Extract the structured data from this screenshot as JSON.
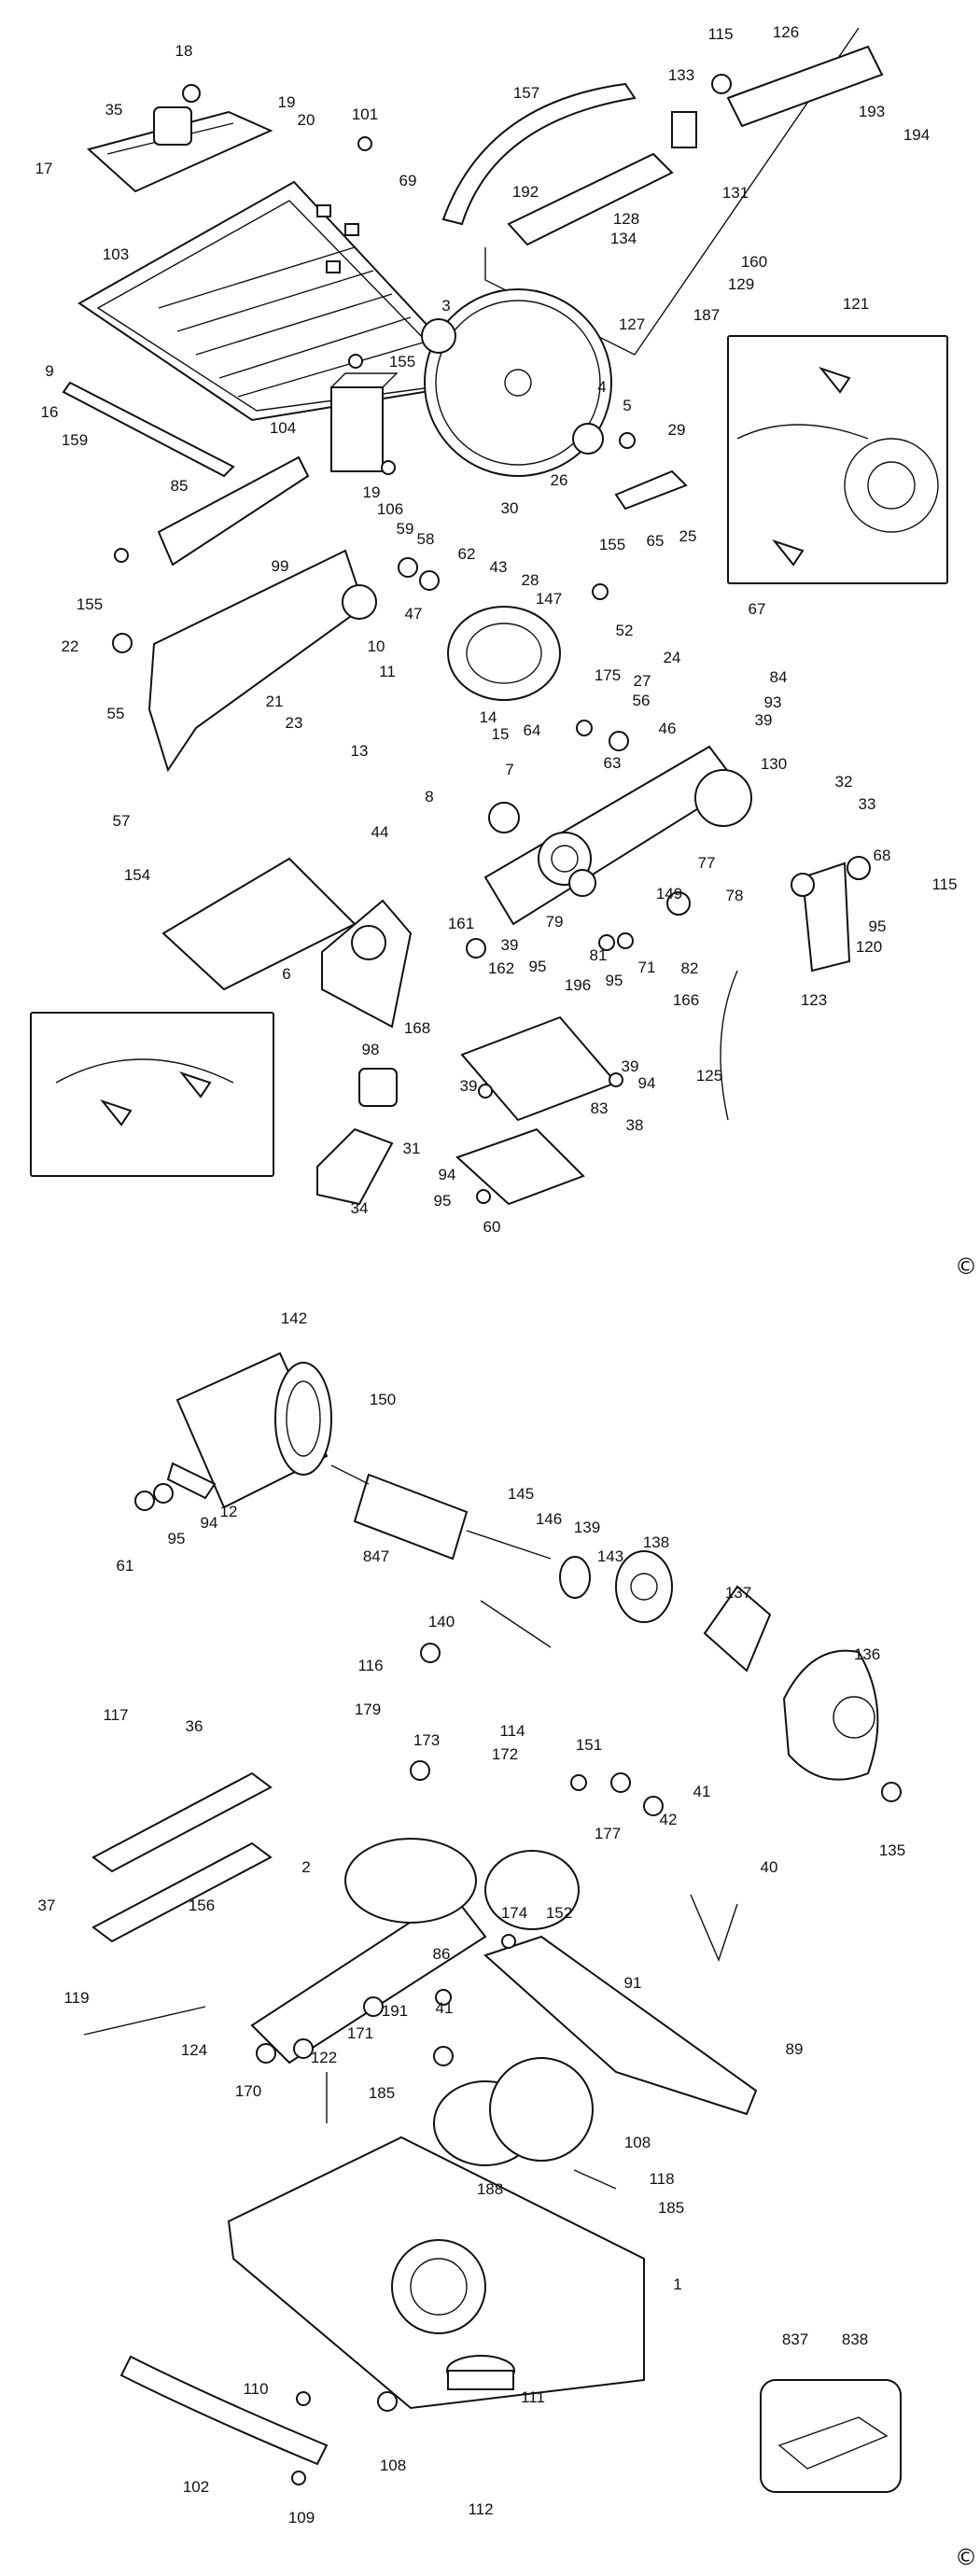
{
  "diagram": {
    "copyright_symbol": "©",
    "parts_upper": [
      {
        "id": "p18",
        "label": "18"
      },
      {
        "id": "p35",
        "label": "35"
      },
      {
        "id": "p17",
        "label": "17"
      },
      {
        "id": "p19a",
        "label": "19"
      },
      {
        "id": "p20",
        "label": "20"
      },
      {
        "id": "p101",
        "label": "101"
      },
      {
        "id": "p69",
        "label": "69"
      },
      {
        "id": "p103",
        "label": "103"
      },
      {
        "id": "p157",
        "label": "157"
      },
      {
        "id": "p133",
        "label": "133"
      },
      {
        "id": "p115a",
        "label": "115"
      },
      {
        "id": "p126",
        "label": "126"
      },
      {
        "id": "p193",
        "label": "193"
      },
      {
        "id": "p194",
        "label": "194"
      },
      {
        "id": "p192",
        "label": "192"
      },
      {
        "id": "p128",
        "label": "128"
      },
      {
        "id": "p134",
        "label": "134"
      },
      {
        "id": "p131",
        "label": "131"
      },
      {
        "id": "p160",
        "label": "160"
      },
      {
        "id": "p129",
        "label": "129"
      },
      {
        "id": "p127",
        "label": "127"
      },
      {
        "id": "p187",
        "label": "187"
      },
      {
        "id": "p121",
        "label": "121"
      },
      {
        "id": "p3",
        "label": "3"
      },
      {
        "id": "p9",
        "label": "9"
      },
      {
        "id": "p155a",
        "label": "155"
      },
      {
        "id": "p16",
        "label": "16"
      },
      {
        "id": "p159",
        "label": "159"
      },
      {
        "id": "p104",
        "label": "104"
      },
      {
        "id": "p4",
        "label": "4"
      },
      {
        "id": "p5",
        "label": "5"
      },
      {
        "id": "p29",
        "label": "29"
      },
      {
        "id": "p19b",
        "label": "19"
      },
      {
        "id": "p106",
        "label": "106"
      },
      {
        "id": "p85",
        "label": "85"
      },
      {
        "id": "p26",
        "label": "26"
      },
      {
        "id": "p30",
        "label": "30"
      },
      {
        "id": "p59",
        "label": "59"
      },
      {
        "id": "p58",
        "label": "58"
      },
      {
        "id": "p62",
        "label": "62"
      },
      {
        "id": "p28",
        "label": "28"
      },
      {
        "id": "p155b",
        "label": "155"
      },
      {
        "id": "p65",
        "label": "65"
      },
      {
        "id": "p25",
        "label": "25"
      },
      {
        "id": "p155c",
        "label": "155"
      },
      {
        "id": "p99",
        "label": "99"
      },
      {
        "id": "p43",
        "label": "43"
      },
      {
        "id": "p147",
        "label": "147"
      },
      {
        "id": "p67",
        "label": "67"
      },
      {
        "id": "p47",
        "label": "47"
      },
      {
        "id": "p52",
        "label": "52"
      },
      {
        "id": "p22",
        "label": "22"
      },
      {
        "id": "p10",
        "label": "10"
      },
      {
        "id": "p11",
        "label": "11"
      },
      {
        "id": "p24",
        "label": "24"
      },
      {
        "id": "p175",
        "label": "175"
      },
      {
        "id": "p27",
        "label": "27"
      },
      {
        "id": "p84",
        "label": "84"
      },
      {
        "id": "p56",
        "label": "56"
      },
      {
        "id": "p93",
        "label": "93"
      },
      {
        "id": "p21",
        "label": "21"
      },
      {
        "id": "p55",
        "label": "55"
      },
      {
        "id": "p23",
        "label": "23"
      },
      {
        "id": "p14",
        "label": "14"
      },
      {
        "id": "p46",
        "label": "46"
      },
      {
        "id": "p39a",
        "label": "39"
      },
      {
        "id": "p15",
        "label": "15"
      },
      {
        "id": "p64",
        "label": "64"
      },
      {
        "id": "p13",
        "label": "13"
      },
      {
        "id": "p63",
        "label": "63"
      },
      {
        "id": "p130",
        "label": "130"
      },
      {
        "id": "p7",
        "label": "7"
      },
      {
        "id": "p32",
        "label": "32"
      },
      {
        "id": "p8",
        "label": "8"
      },
      {
        "id": "p33",
        "label": "33"
      },
      {
        "id": "p57",
        "label": "57"
      },
      {
        "id": "p44",
        "label": "44"
      },
      {
        "id": "p77",
        "label": "77"
      },
      {
        "id": "p68",
        "label": "68"
      },
      {
        "id": "p154",
        "label": "154"
      },
      {
        "id": "p149",
        "label": "149"
      },
      {
        "id": "p78",
        "label": "78"
      },
      {
        "id": "p115b",
        "label": "115"
      },
      {
        "id": "p161",
        "label": "161"
      },
      {
        "id": "p79",
        "label": "79"
      },
      {
        "id": "p95a",
        "label": "95"
      },
      {
        "id": "p120",
        "label": "120"
      },
      {
        "id": "p39b",
        "label": "39"
      },
      {
        "id": "p81",
        "label": "81"
      },
      {
        "id": "p6",
        "label": "6"
      },
      {
        "id": "p95b",
        "label": "95"
      },
      {
        "id": "p196",
        "label": "196"
      },
      {
        "id": "p95c",
        "label": "95"
      },
      {
        "id": "p71",
        "label": "71"
      },
      {
        "id": "p162",
        "label": "162"
      },
      {
        "id": "p82",
        "label": "82"
      },
      {
        "id": "p166",
        "label": "166"
      },
      {
        "id": "p123",
        "label": "123"
      },
      {
        "id": "p168",
        "label": "168"
      },
      {
        "id": "p98",
        "label": "98"
      },
      {
        "id": "p39c",
        "label": "39"
      },
      {
        "id": "p94a",
        "label": "94"
      },
      {
        "id": "p125",
        "label": "125"
      },
      {
        "id": "p39d",
        "label": "39"
      },
      {
        "id": "p83",
        "label": "83"
      },
      {
        "id": "p38",
        "label": "38"
      },
      {
        "id": "p31",
        "label": "31"
      },
      {
        "id": "p94b",
        "label": "94"
      },
      {
        "id": "p34",
        "label": "34"
      },
      {
        "id": "p95d",
        "label": "95"
      },
      {
        "id": "p60",
        "label": "60"
      }
    ],
    "parts_lower": [
      {
        "id": "q142",
        "label": "142"
      },
      {
        "id": "q150",
        "label": "150"
      },
      {
        "id": "q12",
        "label": "12"
      },
      {
        "id": "q95",
        "label": "95"
      },
      {
        "id": "q94",
        "label": "94"
      },
      {
        "id": "q61",
        "label": "61"
      },
      {
        "id": "q847",
        "label": "847"
      },
      {
        "id": "q145",
        "label": "145"
      },
      {
        "id": "q146",
        "label": "146"
      },
      {
        "id": "q139",
        "label": "139"
      },
      {
        "id": "q143",
        "label": "143"
      },
      {
        "id": "q138",
        "label": "138"
      },
      {
        "id": "q137",
        "label": "137"
      },
      {
        "id": "q140",
        "label": "140"
      },
      {
        "id": "q136",
        "label": "136"
      },
      {
        "id": "q116",
        "label": "116"
      },
      {
        "id": "q117",
        "label": "117"
      },
      {
        "id": "q36",
        "label": "36"
      },
      {
        "id": "q179",
        "label": "179"
      },
      {
        "id": "q114",
        "label": "114"
      },
      {
        "id": "q173",
        "label": "173"
      },
      {
        "id": "q151",
        "label": "151"
      },
      {
        "id": "q172",
        "label": "172"
      },
      {
        "id": "q41a",
        "label": "41"
      },
      {
        "id": "q177",
        "label": "177"
      },
      {
        "id": "q42",
        "label": "42"
      },
      {
        "id": "q135",
        "label": "135"
      },
      {
        "id": "q40",
        "label": "40"
      },
      {
        "id": "q37",
        "label": "37"
      },
      {
        "id": "q2",
        "label": "2"
      },
      {
        "id": "q152",
        "label": "152"
      },
      {
        "id": "q174",
        "label": "174"
      },
      {
        "id": "q156",
        "label": "156"
      },
      {
        "id": "q86",
        "label": "86"
      },
      {
        "id": "q91",
        "label": "91"
      },
      {
        "id": "q119",
        "label": "119"
      },
      {
        "id": "q191",
        "label": "191"
      },
      {
        "id": "q41b",
        "label": "41"
      },
      {
        "id": "q89",
        "label": "89"
      },
      {
        "id": "q124",
        "label": "124"
      },
      {
        "id": "q122",
        "label": "122"
      },
      {
        "id": "q171",
        "label": "171"
      },
      {
        "id": "q170",
        "label": "170"
      },
      {
        "id": "q185a",
        "label": "185"
      },
      {
        "id": "q108a",
        "label": "108"
      },
      {
        "id": "q188",
        "label": "188"
      },
      {
        "id": "q118",
        "label": "118"
      },
      {
        "id": "q185b",
        "label": "185"
      },
      {
        "id": "q1",
        "label": "1"
      },
      {
        "id": "q837",
        "label": "837"
      },
      {
        "id": "q838",
        "label": "838"
      },
      {
        "id": "q110",
        "label": "110"
      },
      {
        "id": "q111",
        "label": "111"
      },
      {
        "id": "q102",
        "label": "102"
      },
      {
        "id": "q108b",
        "label": "108"
      },
      {
        "id": "q109",
        "label": "109"
      },
      {
        "id": "q112",
        "label": "112"
      }
    ]
  }
}
